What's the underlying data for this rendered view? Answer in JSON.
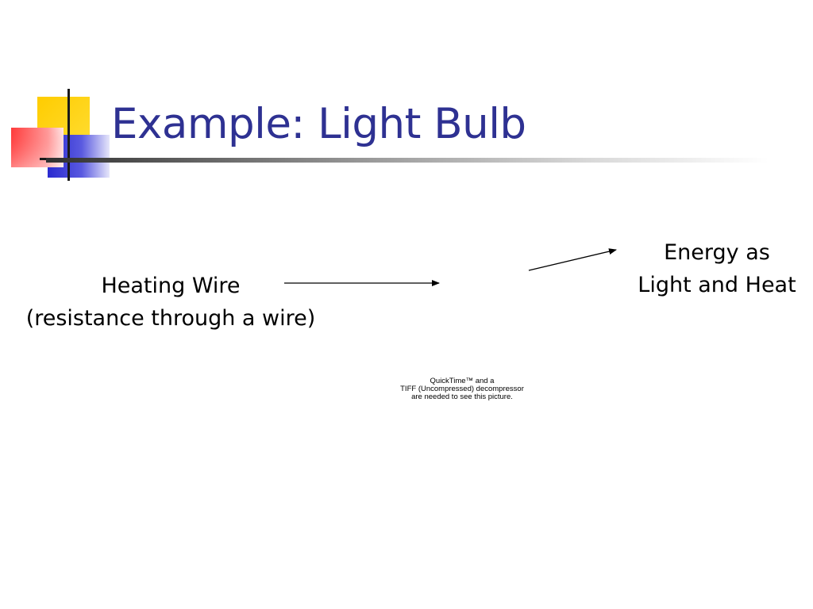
{
  "slide": {
    "title": "Example: Light Bulb",
    "left_text": {
      "line1": "Heating Wire",
      "line2": "(resistance through a wire)"
    },
    "right_text": {
      "line1": "Energy as",
      "line2": "Light and Heat"
    },
    "image_placeholder": {
      "line1": "QuickTime™ and a",
      "line2": "TIFF (Uncompressed) decompressor",
      "line3": "are needed to see this picture."
    }
  },
  "colors": {
    "title": "#2e3192",
    "accent_yellow": "#ffcc00",
    "accent_red": "#ff3333",
    "accent_blue": "#3333cc"
  },
  "icons": {
    "logo": "decorative-color-squares",
    "arrow_left": "arrow-right-icon",
    "arrow_right": "arrow-up-right-icon"
  }
}
